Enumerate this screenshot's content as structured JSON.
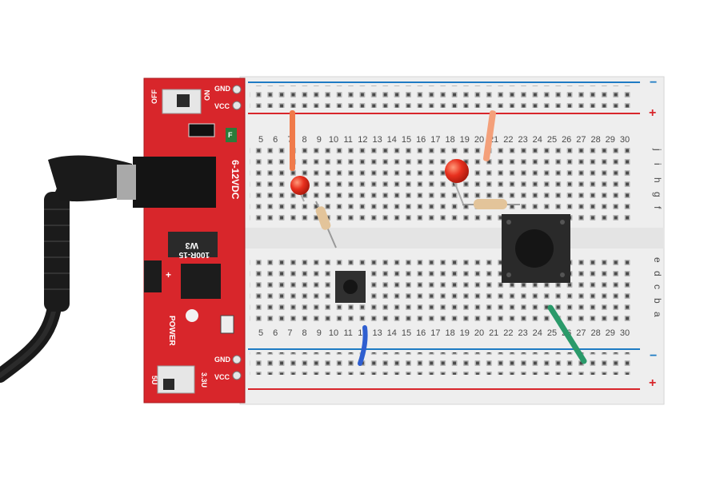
{
  "scene": {
    "subject": "breadboard-with-power-supply-module",
    "board_color": "#eeeeee",
    "pcb_color": "#d8262b",
    "rail_colors": {
      "negative": "#1e7bc4",
      "positive": "#d8262b"
    }
  },
  "power_module": {
    "switch_top_left": "OFF",
    "switch_top_right": "ON",
    "rail_top_gnd": "GND",
    "rail_top_vcc": "VCC",
    "barrel_jack_rating": "6-12VDC",
    "regulator_marking_top": "W3",
    "regulator_marking_bottom": "100R-15",
    "header_plus": "+",
    "power_led_label": "POWER",
    "rail_bottom_gnd": "GND",
    "rail_bottom_vcc": "VCC",
    "voltage_5v": "5U",
    "voltage_33v": "3.3U",
    "cap_marking": "F"
  },
  "breadboard": {
    "rail_minus": "−",
    "rail_plus": "+",
    "column_numbers": [
      "5",
      "6",
      "7",
      "8",
      "9",
      "10",
      "11",
      "12",
      "13",
      "14",
      "15",
      "16",
      "17",
      "18",
      "19",
      "20",
      "21",
      "22",
      "23",
      "24",
      "25",
      "26",
      "27",
      "28",
      "29",
      "30"
    ],
    "upper_row_letters": [
      "j",
      "i",
      "h",
      "g",
      "f"
    ],
    "lower_row_letters": [
      "e",
      "d",
      "c",
      "b",
      "a"
    ]
  },
  "components": {
    "led_count": 2,
    "resistor_count": 2,
    "pushbutton_count": 2,
    "wire_colors": [
      "#f07a4a",
      "#f4a07a",
      "#2f5fd0",
      "#2a9a6a"
    ]
  }
}
